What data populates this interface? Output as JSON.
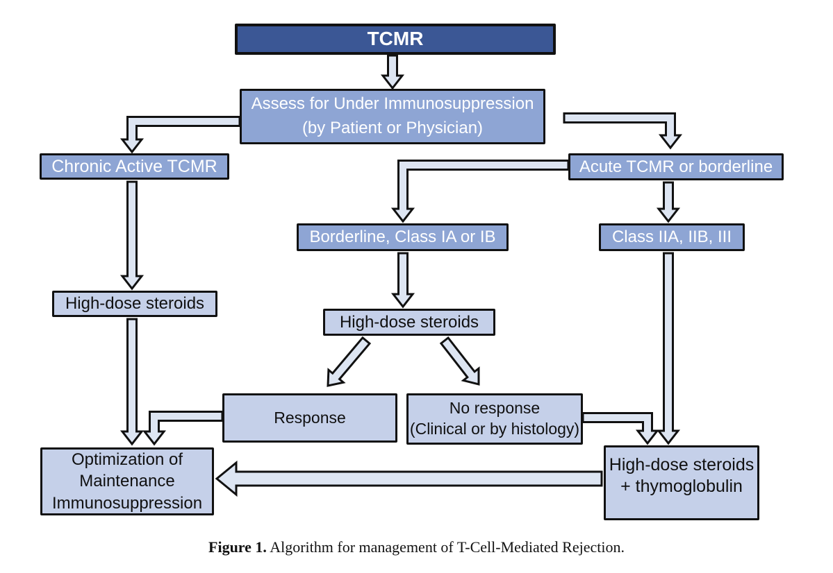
{
  "figure": {
    "caption_label": "Figure 1.",
    "caption_text": " Algorithm for management of T-Cell-Mediated Rejection."
  },
  "colors": {
    "dark_blue": "#3b5795",
    "mid_blue": "#8ea5d4",
    "light_blue": "#c5d0e9",
    "arrow_fill": "#dde5f2",
    "outline": "#111111"
  },
  "nodes": {
    "tcmr": {
      "lines": [
        "TCMR"
      ]
    },
    "assess": {
      "lines": [
        "Assess for Under Immunosuppression",
        "(by Patient or Physician)"
      ]
    },
    "chronic": {
      "lines": [
        "Chronic Active TCMR"
      ]
    },
    "acute": {
      "lines": [
        "Acute TCMR or borderline"
      ]
    },
    "borderline": {
      "lines": [
        "Borderline, Class IA or IB"
      ]
    },
    "class2": {
      "lines": [
        "Class IIA, IIB, III"
      ]
    },
    "steroids_left": {
      "lines": [
        "High-dose steroids"
      ]
    },
    "steroids_center": {
      "lines": [
        "High-dose steroids"
      ]
    },
    "response": {
      "lines": [
        "Response"
      ]
    },
    "no_response": {
      "lines": [
        "No response",
        "(Clinical or by histology)"
      ]
    },
    "optimization": {
      "lines": [
        "Optimization of",
        "Maintenance",
        "Immunosuppression"
      ]
    },
    "steroids_thymo": {
      "lines": [
        "High-dose steroids",
        "+ thymoglobulin"
      ]
    }
  }
}
